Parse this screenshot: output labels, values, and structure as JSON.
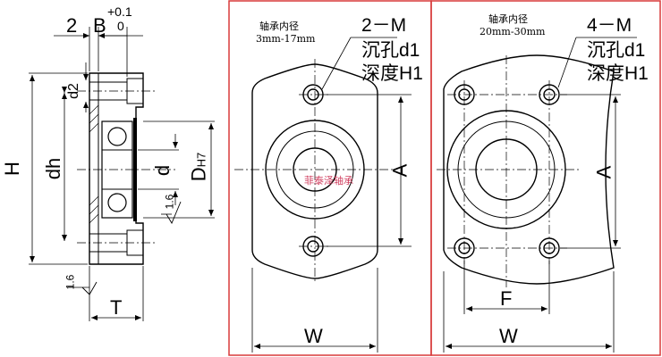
{
  "accent_color": "#d83a3a",
  "left_view": {
    "dim_2": "2",
    "dim_B": "B",
    "tol_plus": "+0.1",
    "tol_zero": "0",
    "dim_H": "H",
    "dim_dh": "dh",
    "dim_d2": "d2",
    "dim_d": "d",
    "dim_D": "D",
    "dim_D_tol": "H7",
    "rough_1": "1.6",
    "rough_2": "1.6",
    "dim_T": "T"
  },
  "middle_view": {
    "bearing_label": "轴承内径",
    "bearing_range": "3mm-17mm",
    "hole_count": "2－M",
    "counterbore_d": "沉孔d1",
    "counterbore_h": "深度H1",
    "dim_A": "A",
    "dim_W": "W",
    "watermark": "菲泰泽轴承"
  },
  "right_view": {
    "bearing_label": "轴承内径",
    "bearing_range": "20mm-30mm",
    "hole_count": "4－M",
    "counterbore_d": "沉孔d1",
    "counterbore_h": "深度H1",
    "dim_A": "A",
    "dim_F": "F",
    "dim_W": "W"
  }
}
